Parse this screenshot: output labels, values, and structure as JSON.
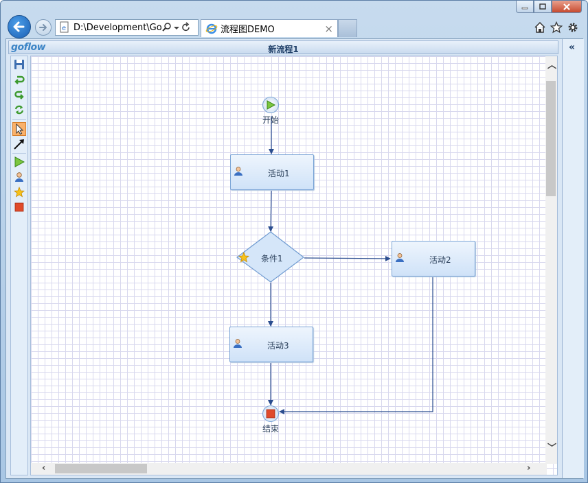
{
  "browser": {
    "address": "D:\\Development\\GoFlow",
    "tab_title": "流程图DEMO",
    "tab_close": "×"
  },
  "app": {
    "logo": "goflow",
    "doc_title": "新流程1",
    "collapse_glyph": "«"
  },
  "toolbar": [
    {
      "name": "save-icon"
    },
    {
      "name": "undo-icon"
    },
    {
      "name": "redo-icon"
    },
    {
      "name": "refresh-icon"
    },
    {
      "name": "select-cursor-icon",
      "selected": true
    },
    {
      "name": "connector-arrow-icon"
    },
    {
      "name": "start-node-icon"
    },
    {
      "name": "activity-node-icon"
    },
    {
      "name": "condition-node-icon"
    },
    {
      "name": "end-node-icon"
    }
  ],
  "flow": {
    "start": {
      "label": "开始"
    },
    "activity1": {
      "label": "活动1"
    },
    "condition1": {
      "label": "条件1"
    },
    "activity2": {
      "label": "活动2"
    },
    "activity3": {
      "label": "活动3"
    },
    "end": {
      "label": "结束"
    }
  },
  "colors": {
    "edge": "#2b4d8f",
    "node_border": "#7aa4d6",
    "accent": "#f9b16b"
  }
}
